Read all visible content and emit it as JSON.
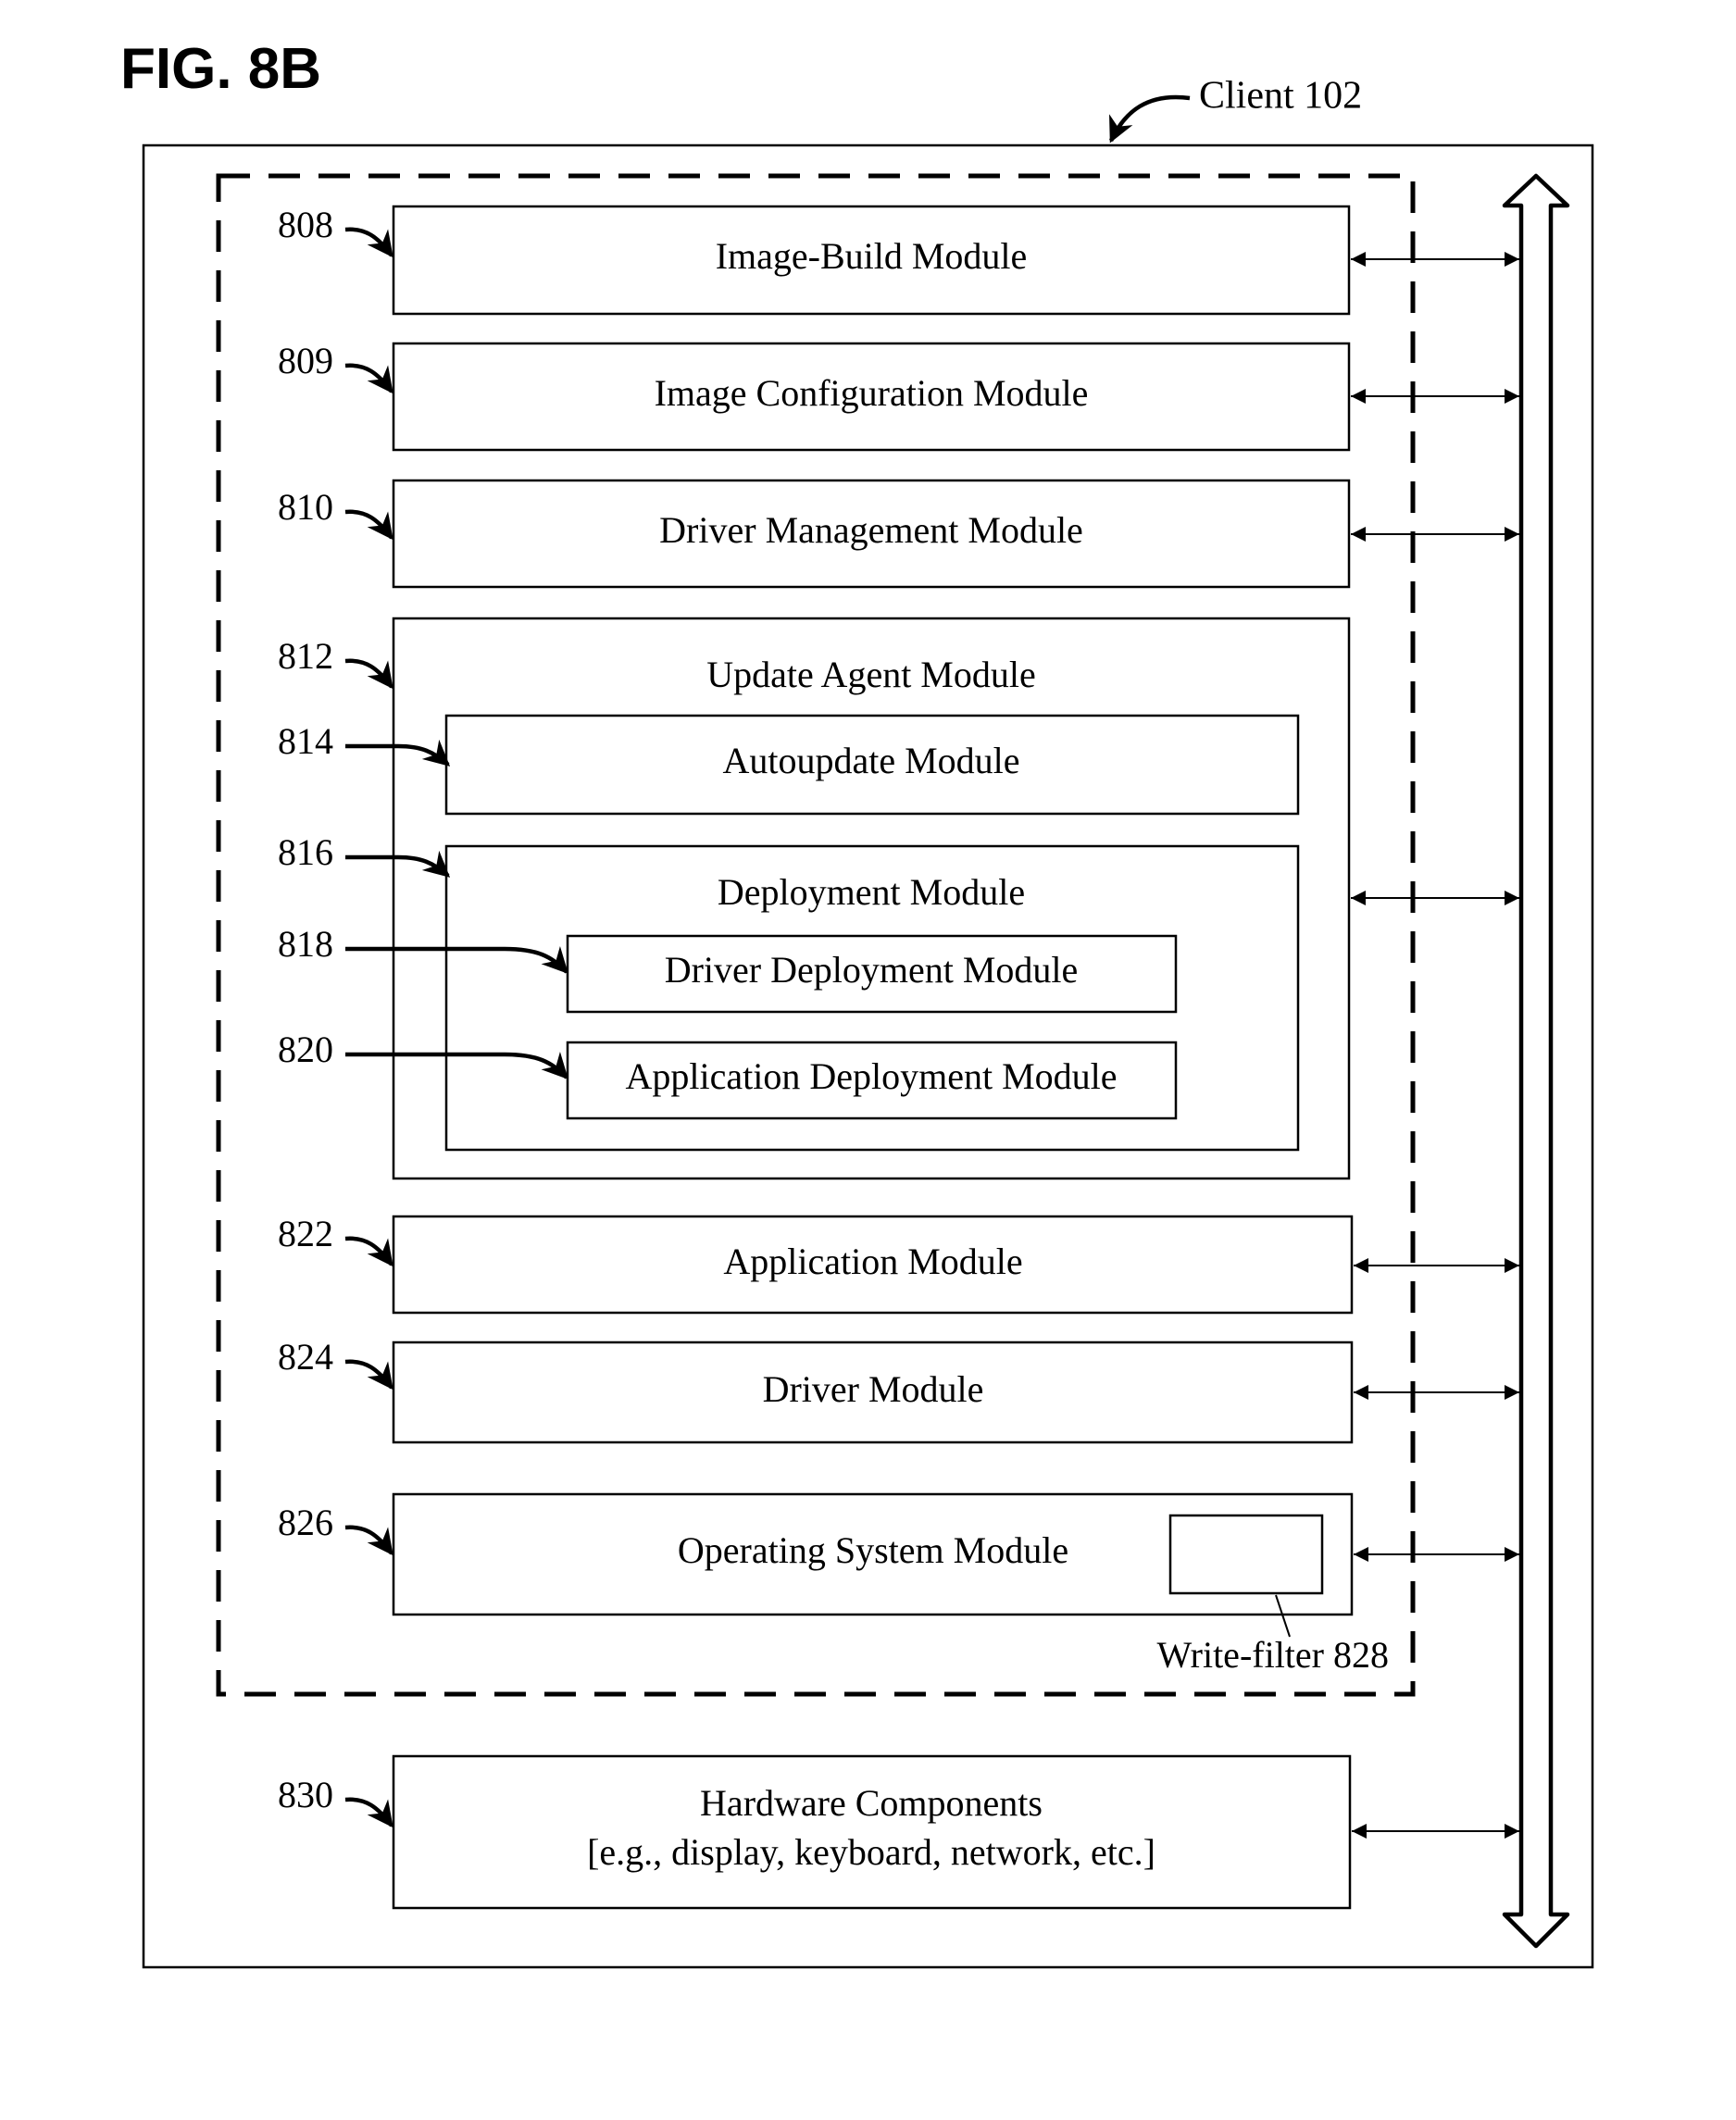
{
  "figure_label": "FIG. 8B",
  "client_label": "Client 102",
  "modules": {
    "image_build": {
      "ref": "808",
      "label": "Image-Build Module"
    },
    "image_config": {
      "ref": "809",
      "label": "Image Configuration Module"
    },
    "driver_mgmt": {
      "ref": "810",
      "label": "Driver Management Module"
    },
    "update_agent": {
      "ref": "812",
      "label": "Update Agent Module"
    },
    "autoupdate": {
      "ref": "814",
      "label": "Autoupdate Module"
    },
    "deployment": {
      "ref": "816",
      "label": "Deployment Module"
    },
    "driver_deploy": {
      "ref": "818",
      "label": "Driver Deployment Module"
    },
    "app_deploy": {
      "ref": "820",
      "label": "Application Deployment Module"
    },
    "application": {
      "ref": "822",
      "label": "Application Module"
    },
    "driver": {
      "ref": "824",
      "label": "Driver Module"
    },
    "os": {
      "ref": "826",
      "label": "Operating System Module"
    },
    "write_filter": {
      "label": "Write-filter 828"
    },
    "hardware": {
      "ref": "830",
      "label_line1": "Hardware Components",
      "label_line2": "[e.g., display, keyboard, network, etc.]"
    }
  }
}
